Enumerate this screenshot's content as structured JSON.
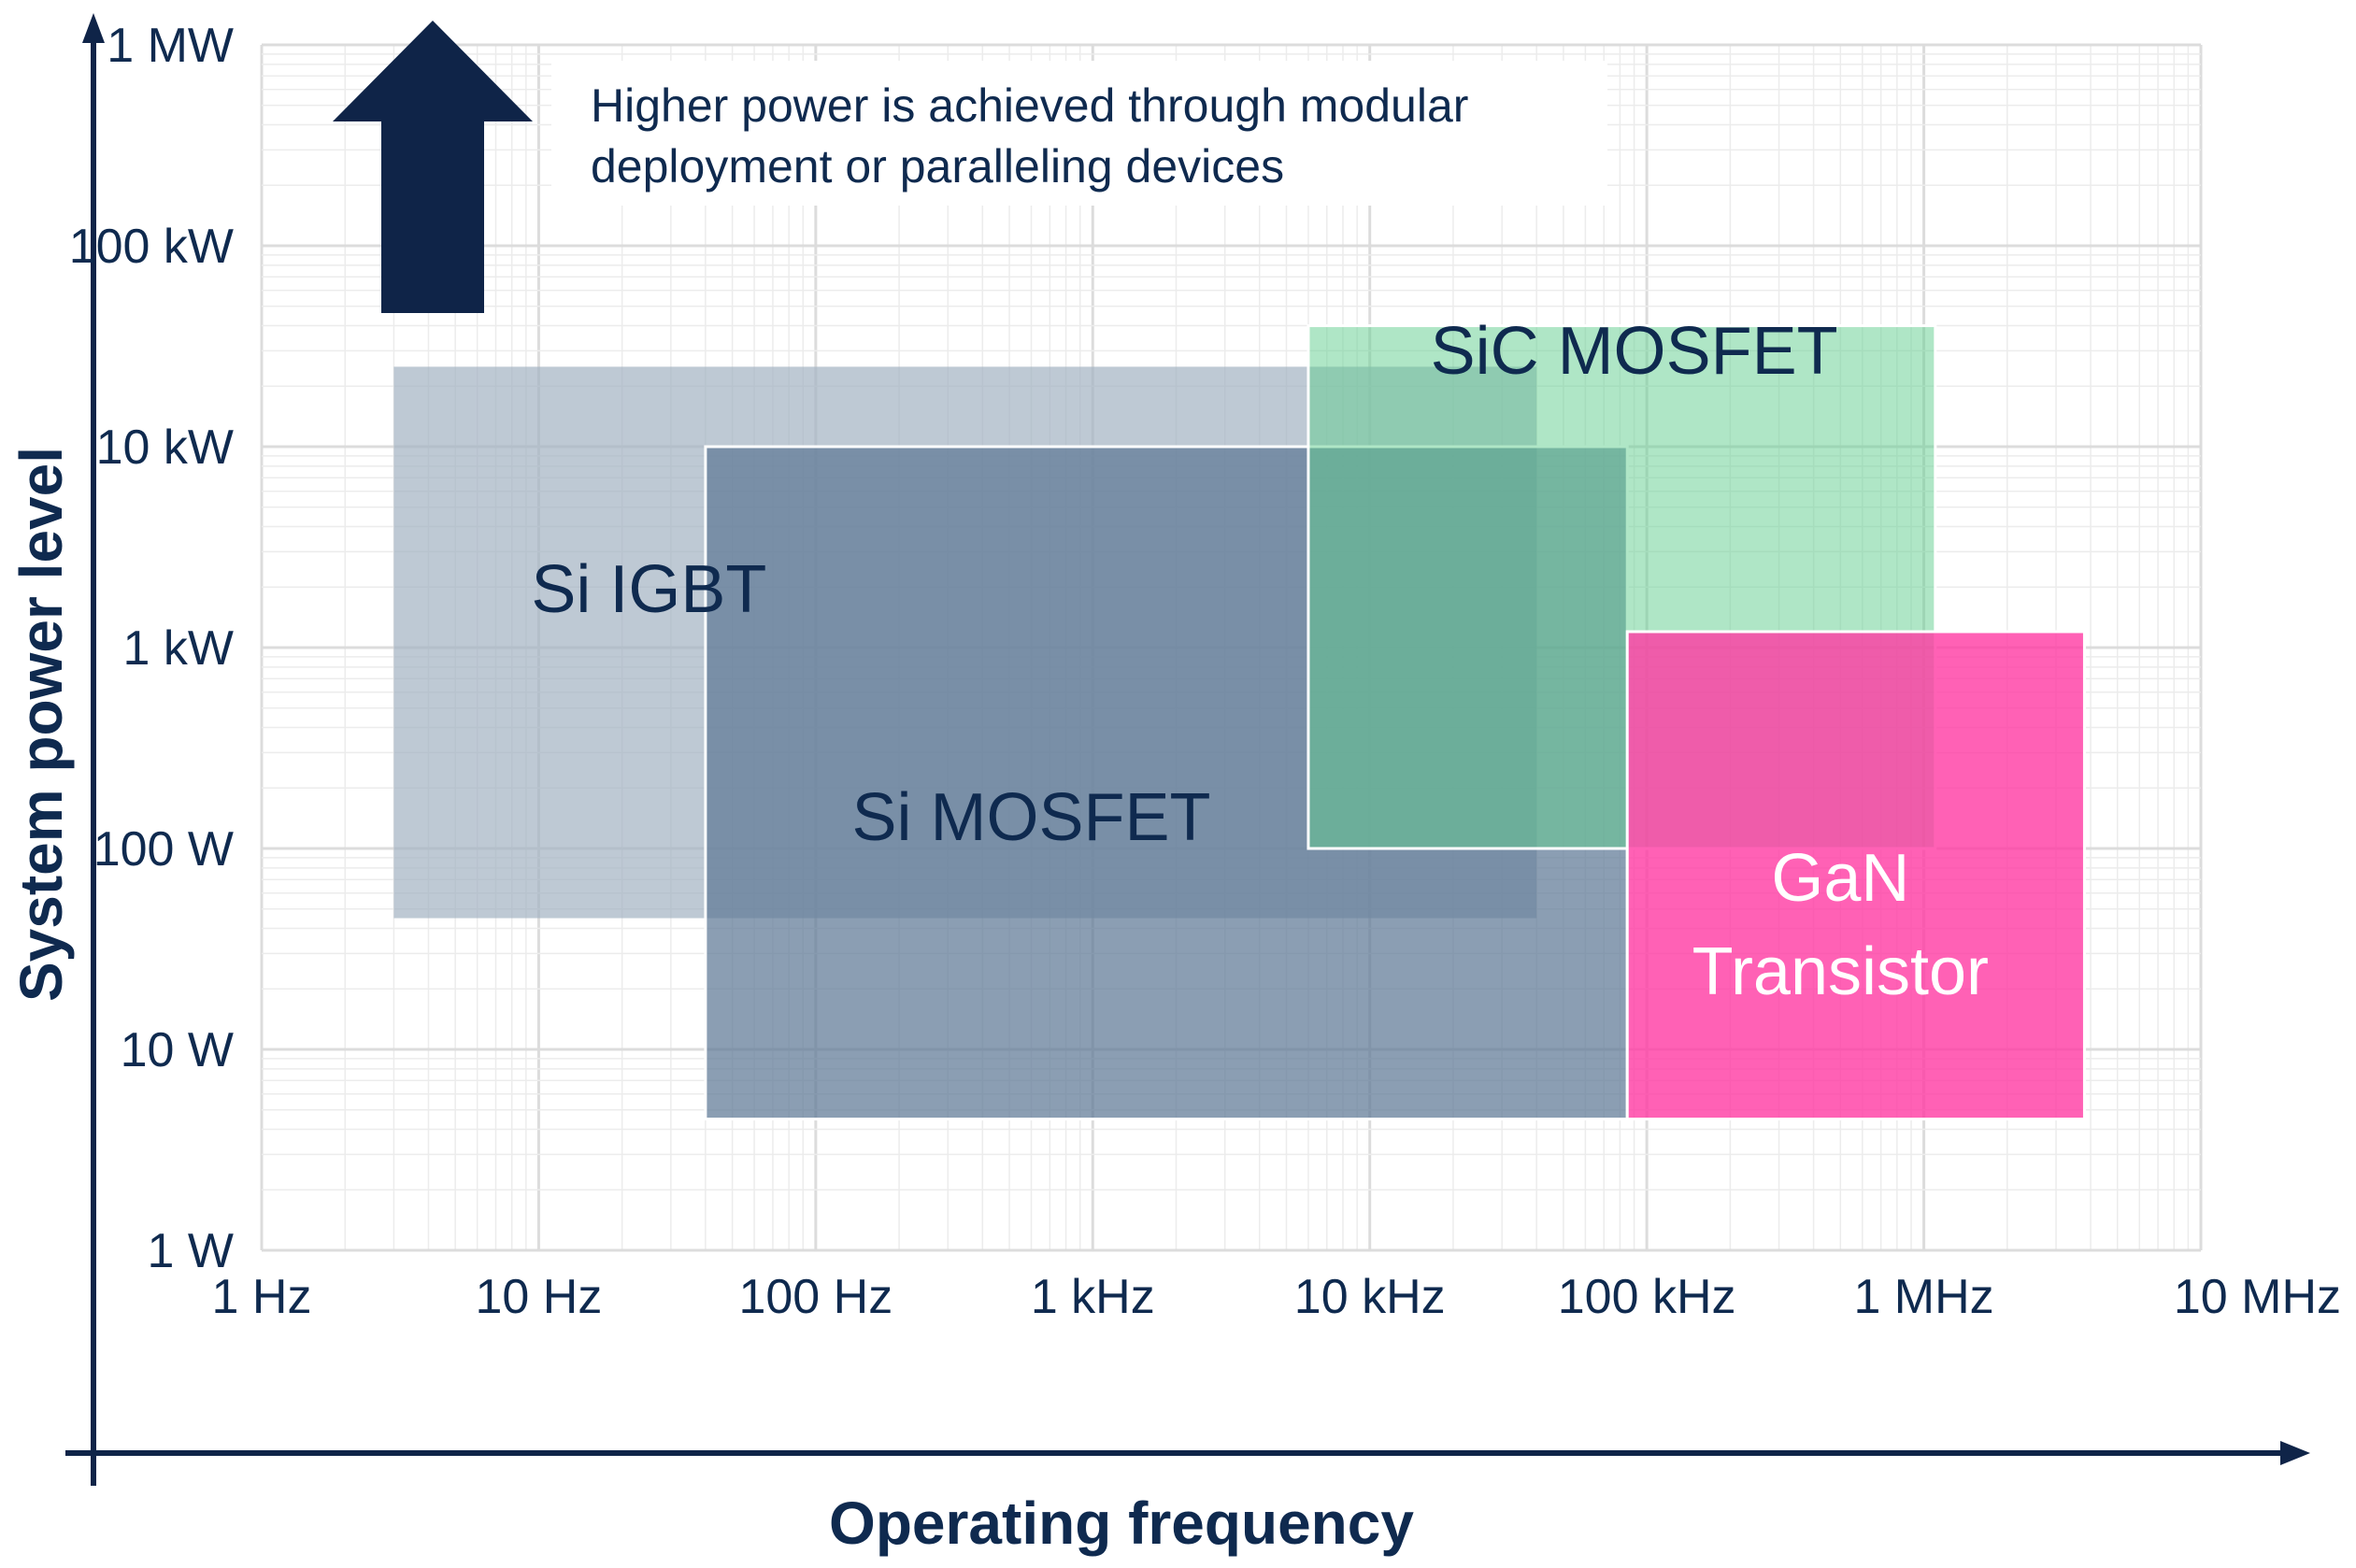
{
  "chart_data": {
    "type": "area",
    "x_scale": "log",
    "y_scale": "log",
    "xlabel": "Operating frequency",
    "ylabel": "System power level",
    "x_ticks": [
      {
        "value": 1,
        "label": "1 Hz"
      },
      {
        "value": 10,
        "label": "10 Hz"
      },
      {
        "value": 100,
        "label": "100 Hz"
      },
      {
        "value": 1000,
        "label": "1 kHz"
      },
      {
        "value": 10000,
        "label": "10 kHz"
      },
      {
        "value": 100000,
        "label": "100 kHz"
      },
      {
        "value": 1000000,
        "label": "1 MHz"
      },
      {
        "value": 10000000,
        "label": "10 MHz"
      }
    ],
    "y_ticks": [
      {
        "value": 1,
        "label": "1 W"
      },
      {
        "value": 10,
        "label": "10 W"
      },
      {
        "value": 100,
        "label": "100 W"
      },
      {
        "value": 1000,
        "label": "1 kW"
      },
      {
        "value": 10000,
        "label": "10 kW"
      },
      {
        "value": 100000,
        "label": "100 kW"
      },
      {
        "value": 1000000,
        "label": "1 MW"
      }
    ],
    "xlim": [
      1,
      10000000
    ],
    "ylim": [
      1,
      1000000
    ],
    "grid": true,
    "regions": [
      {
        "name": "Si IGBT",
        "label_lines": [
          "Si IGBT"
        ],
        "x_range": [
          3,
          40000
        ],
        "y_range": [
          45,
          25000
        ],
        "color": "#a3b2c2",
        "opacity": 0.7,
        "label_color": "#0f2a4f",
        "label_at": [
          25,
          1500
        ]
      },
      {
        "name": "Si MOSFET",
        "label_lines": [
          "Si MOSFET"
        ],
        "x_range": [
          40,
          85000
        ],
        "y_range": [
          4.5,
          10000
        ],
        "color": "#5e7896",
        "opacity": 0.72,
        "label_color": "#0f2a4f",
        "label_at": [
          600,
          110
        ]
      },
      {
        "name": "SiC MOSFET",
        "label_lines": [
          "SiC MOSFET"
        ],
        "x_range": [
          6000,
          1100000
        ],
        "y_range": [
          100,
          40000
        ],
        "color": "#5fcd8e",
        "opacity": 0.5,
        "label_color": "#0f2a4f",
        "label_at": [
          90000,
          23000
        ]
      },
      {
        "name": "GaN Transistor",
        "label_lines": [
          "GaN",
          "Transistor"
        ],
        "x_range": [
          85000,
          3800000
        ],
        "y_range": [
          4.5,
          1200
        ],
        "color": "#ff3aa2",
        "opacity": 0.8,
        "label_color": "#ffffff",
        "label_at": [
          500000,
          55
        ]
      }
    ],
    "annotation": {
      "lines": [
        "Higher power is achieved through modular",
        "deployment or paralleling devices"
      ],
      "arrow": "up-arrow",
      "arrow_color": "#0f2448"
    }
  }
}
